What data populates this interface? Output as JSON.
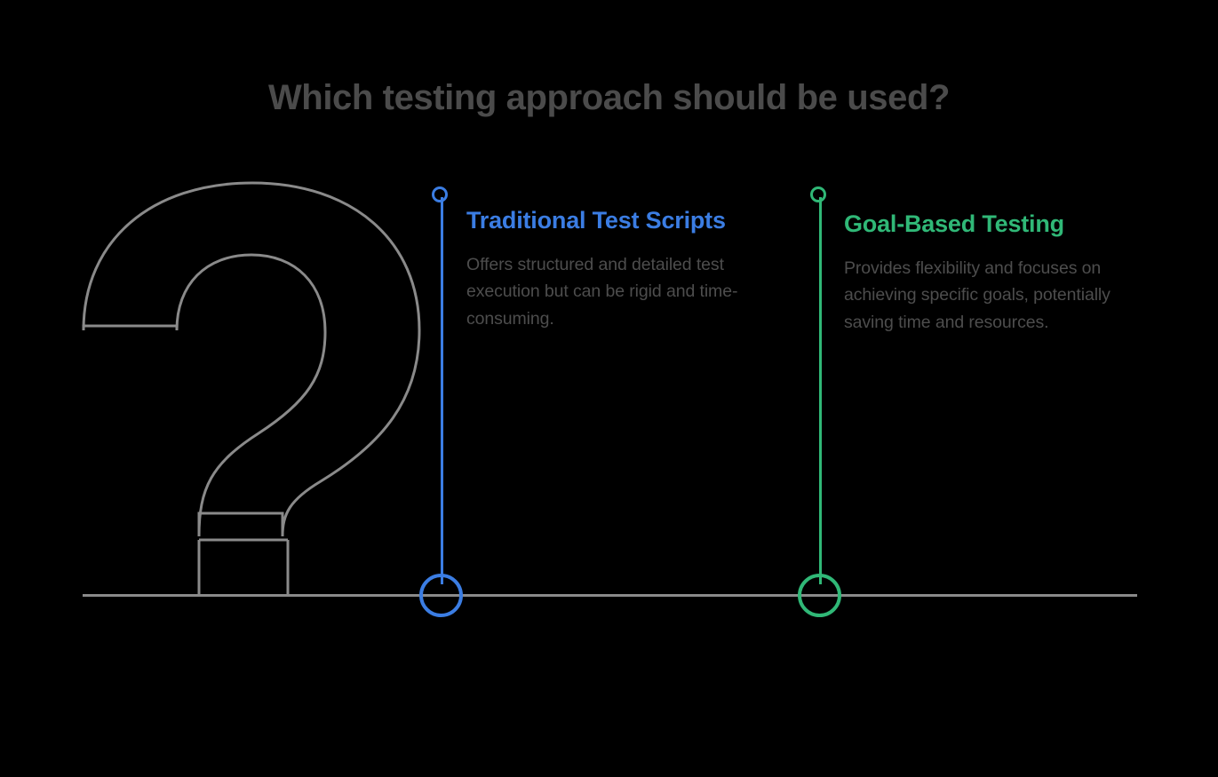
{
  "title": "Which testing approach should be used?",
  "colors": {
    "background": "#000000",
    "title_gray": "#4b4b4b",
    "body_gray": "#4d4d4d",
    "outline_gray": "#8a8a8a",
    "blue": "#3b7de3",
    "green": "#30b877"
  },
  "graphic": {
    "question_mark_icon": "question-mark-outline",
    "baseline_label": "timeline-baseline"
  },
  "options": [
    {
      "id": "traditional-test-scripts",
      "heading": "Traditional Test Scripts",
      "body": "Offers structured and detailed test execution but can be rigid and time-consuming.",
      "color": "#3b7de3",
      "marker_icon": "circle-marker"
    },
    {
      "id": "goal-based-testing",
      "heading": "Goal-Based Testing",
      "body": "Provides flexibility and focuses on achieving specific goals, potentially saving time and resources.",
      "color": "#30b877",
      "marker_icon": "circle-marker"
    }
  ]
}
